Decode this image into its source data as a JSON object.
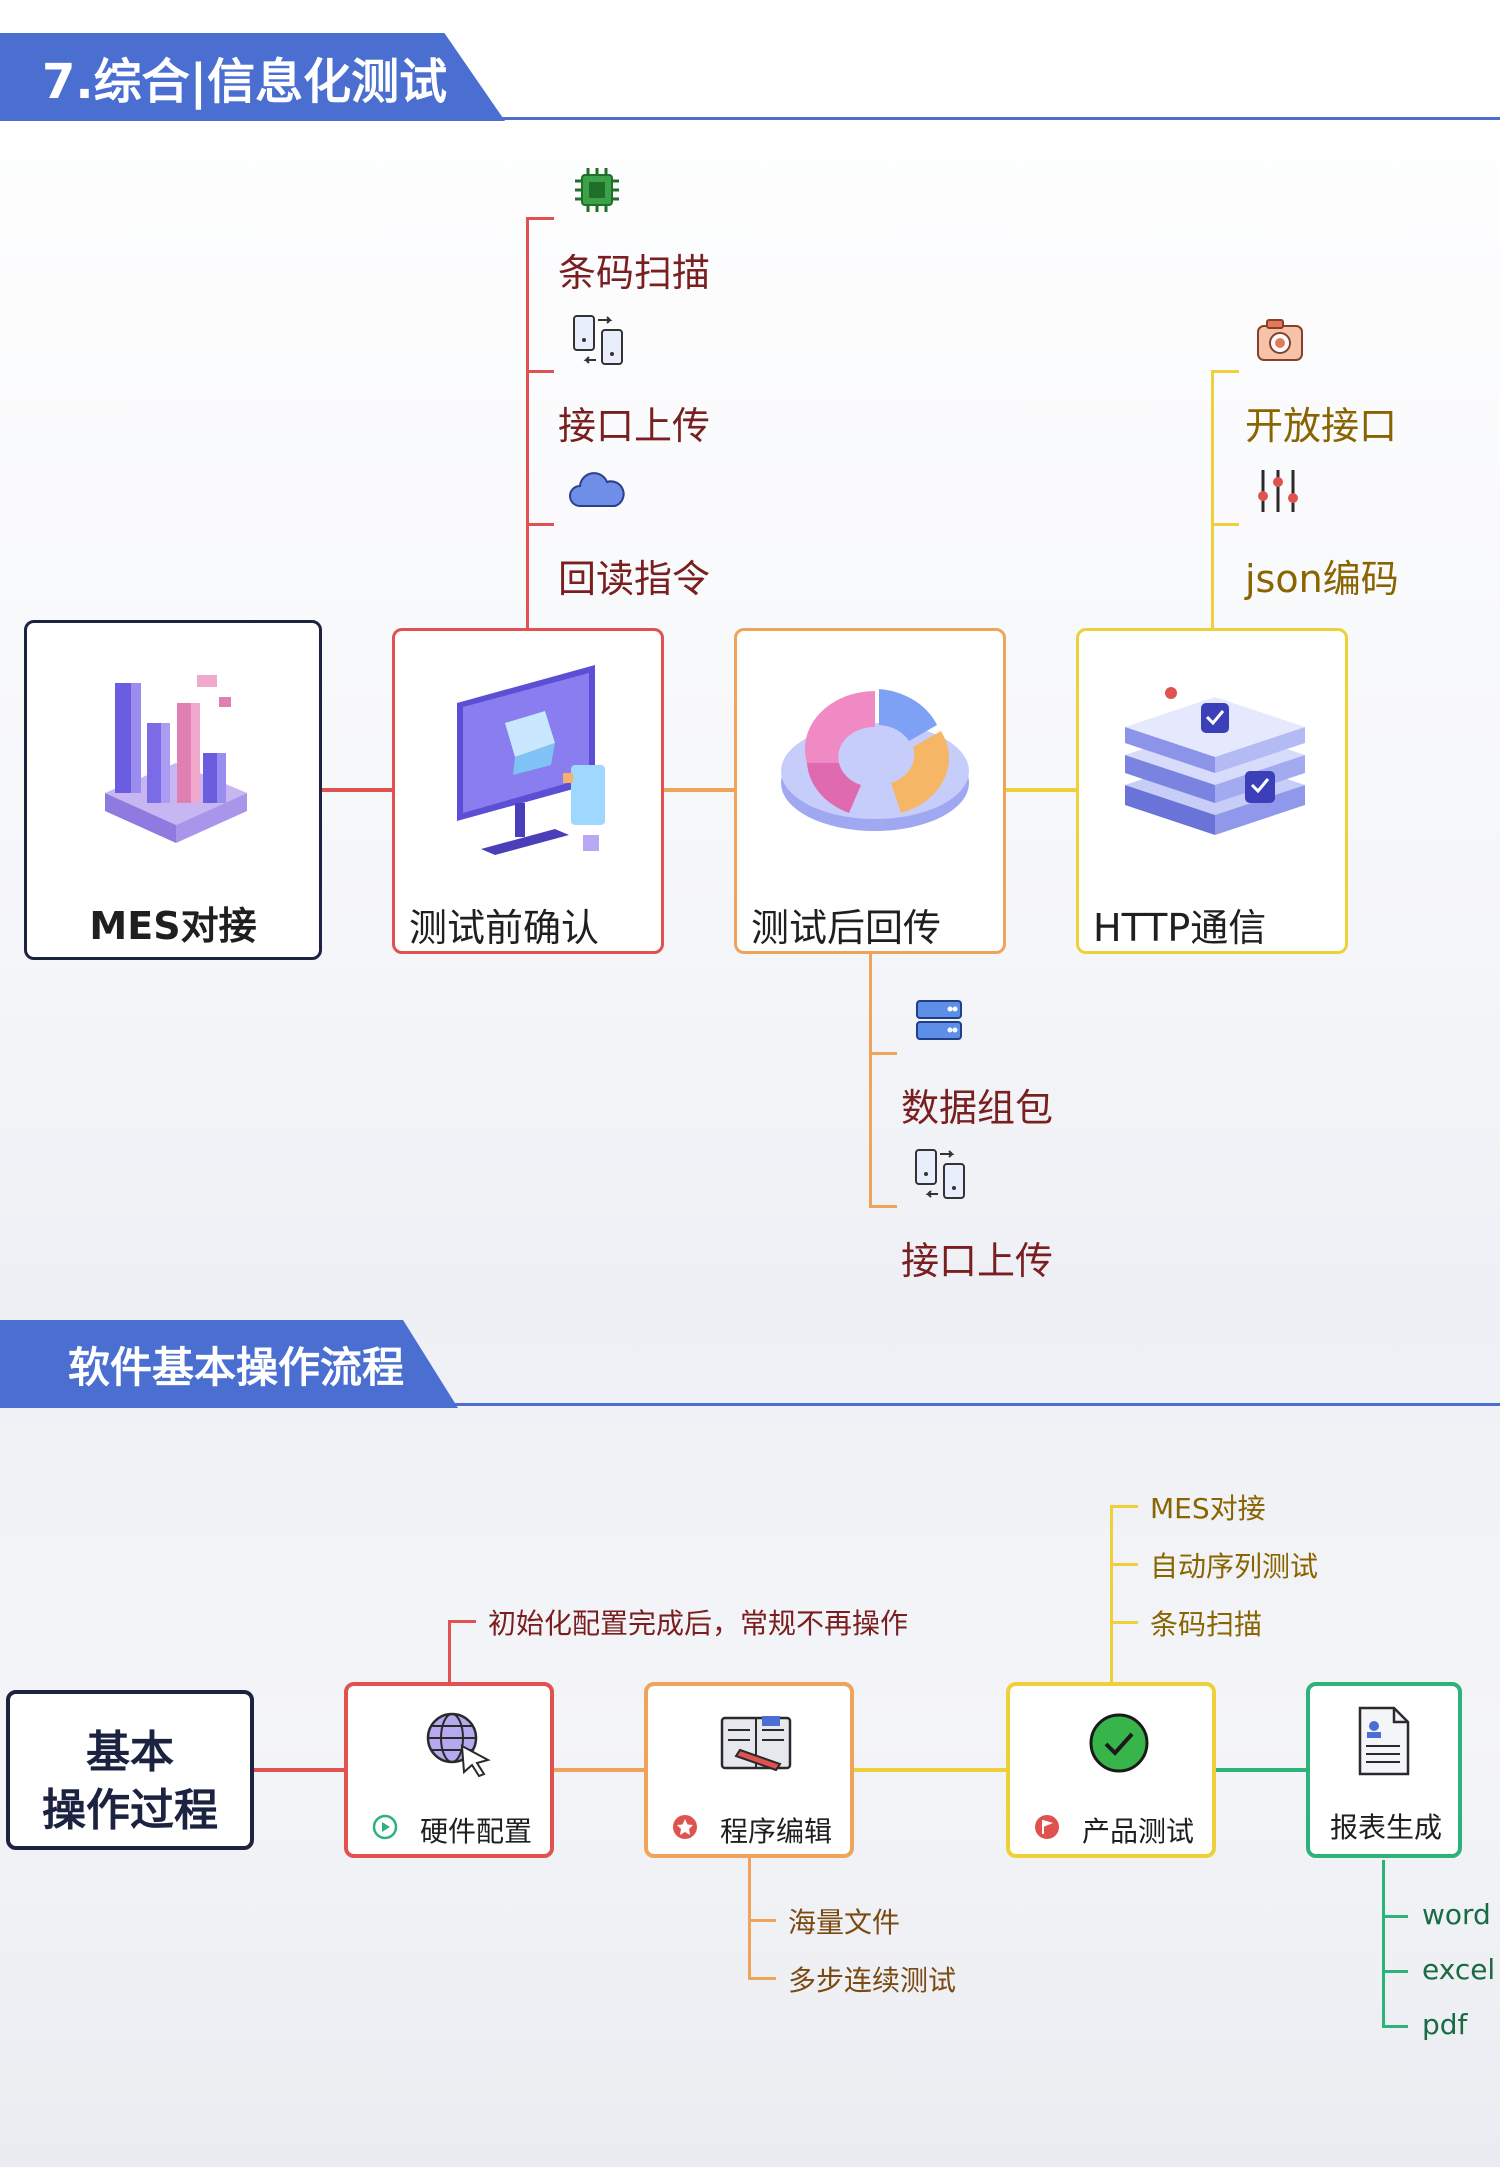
{
  "section1": {
    "title": "7.综合|信息化测试",
    "nodes": {
      "mes": "MES对接",
      "pre_test": "测试前确认",
      "post_test": "测试后回传",
      "http": "HTTP通信"
    },
    "pre_test_items": [
      "条码扫描",
      "接口上传",
      "回读指令"
    ],
    "http_items": [
      "开放接口",
      "json编码"
    ],
    "post_test_items": [
      "数据组包",
      "接口上传"
    ]
  },
  "section2": {
    "title": "软件基本操作流程",
    "root": "基本\n操作过程",
    "root_line1": "基本",
    "root_line2": "操作过程",
    "steps": {
      "hardware": "硬件配置",
      "program": "程序编辑",
      "product": "产品测试",
      "report": "报表生成"
    },
    "hardware_note": "初始化配置完成后，常规不再操作",
    "program_items": [
      "海量文件",
      "多步连续测试"
    ],
    "product_items": [
      "MES对接",
      "自动序列测试",
      "条码扫描"
    ],
    "report_items": [
      "word",
      "excel",
      "pdf"
    ]
  },
  "colors": {
    "header_blue": "#4a6fd0",
    "red": "#e0524f",
    "orange": "#f0a35a",
    "yellow": "#f0d03a",
    "green": "#2db37a",
    "navy": "#1c2340",
    "brown_text": "#7a1f1f",
    "gold_text": "#8a6400"
  }
}
